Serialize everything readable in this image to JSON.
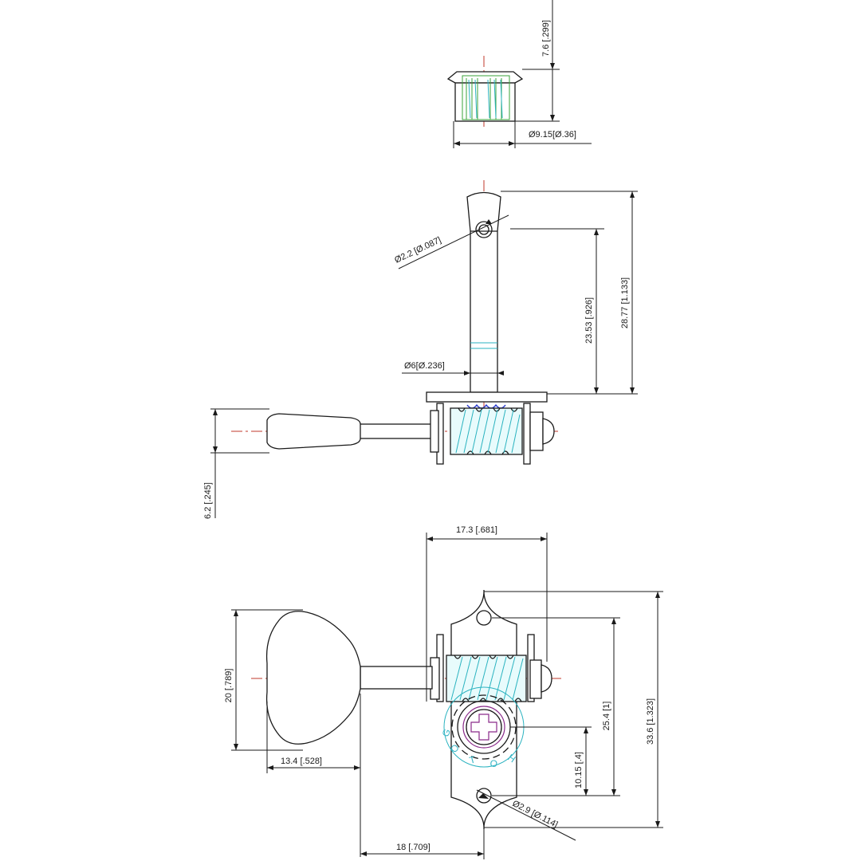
{
  "dimensions": {
    "bushing_height": "7.6 [.299]",
    "bushing_diameter": "Ø9.15[Ø.36]",
    "string_hole": "Ø2.2 [Ø.087]",
    "post_to_hole": "23.53 [.926]",
    "post_height": "28.77 [1.133]",
    "post_diameter": "Ø6[Ø.236]",
    "button_thickness": "6.2 [.245]",
    "plate_width": "17.3 [.681]",
    "button_height": "20 [.789]",
    "button_width": "13.4 [.528]",
    "hole_spacing": "25.4 [1]",
    "plate_length": "33.6 [1.323]",
    "gear_offset": "10.15 [.4]",
    "mount_hole": "Ø2.9 [Ø.114]",
    "shaft_length": "18 [.709]"
  },
  "watermark": [
    "G",
    "O",
    "T",
    "O",
    "H"
  ],
  "colors": {
    "line": "#1a1a1a",
    "centerline": "#c0392b",
    "worm": "#2bb3c0",
    "bushing_thread": "#3aa33a",
    "gear_teeth": "#2233cc",
    "screw": "#8a2a8a"
  }
}
